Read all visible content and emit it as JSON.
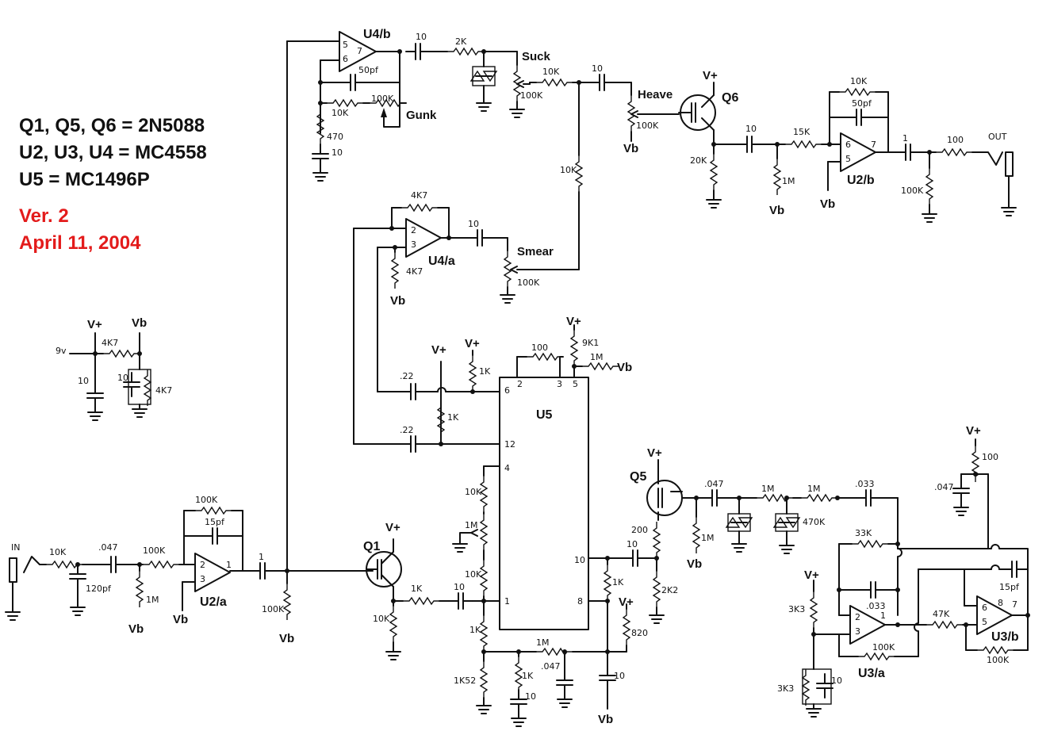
{
  "notes": {
    "line1": "Q1, Q5, Q6 = 2N5088",
    "line2": "U2, U3, U4 = MC4558",
    "line3": "U5 = MC1496P",
    "version": "Ver. 2",
    "date": "April 11, 2004",
    "black": "#111111",
    "red": "#e31b1b"
  },
  "labels": {
    "u4b": "U4/b",
    "u4a": "U4/a",
    "u2a": "U2/a",
    "u2b": "U2/b",
    "u3a": "U3/a",
    "u3b": "U3/b",
    "u5": "U5",
    "q1": "Q1",
    "q5": "Q5",
    "q6": "Q6",
    "suck": "Suck",
    "gunk": "Gunk",
    "heave": "Heave",
    "smear": "Smear",
    "in": "IN",
    "out": "OUT",
    "vplus": "V+",
    "vb": "Vb",
    "nine_v": "9v"
  },
  "values": {
    "c10": "10",
    "r2k": "2K",
    "c50pf": "50pf",
    "r10k": "10K",
    "r100k": "100K",
    "r470": "470",
    "r4k7": "4K7",
    "c22": ".22",
    "r1k": "1K",
    "r9k1": "9K1",
    "r1m": "1M",
    "r100": "100",
    "r15k": "15K",
    "r20k": "20K",
    "c1": "1",
    "c047": ".047",
    "c120pf": "120pf",
    "c15pf": "15pf",
    "r200": "200",
    "r2k2": "2K2",
    "r820": "820",
    "r1k52": "1K52",
    "r470k": "470K",
    "c033": ".033",
    "r33k": "33K",
    "r47k": "47K",
    "r3k3": "3K3",
    "pin1": "1",
    "pin2": "2",
    "pin3": "3",
    "pin4": "4",
    "pin5": "5",
    "pin6": "6",
    "pin7": "7",
    "pin8": "8",
    "pin10": "10",
    "pin12": "12"
  }
}
